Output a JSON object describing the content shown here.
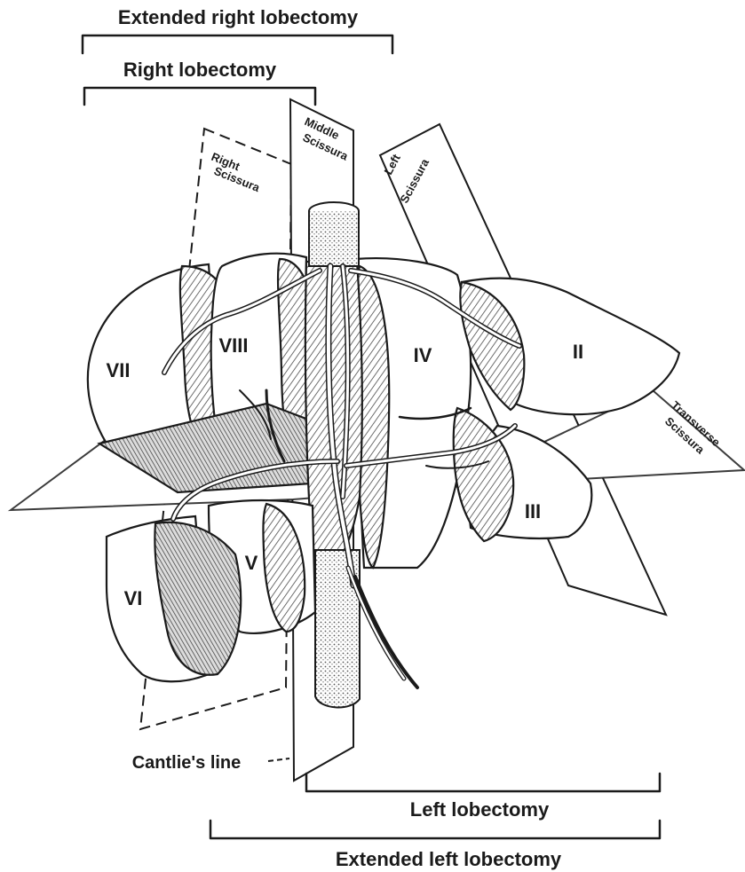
{
  "labels": {
    "extended_right": "Extended right lobectomy",
    "right": "Right lobectomy",
    "left": "Left lobectomy",
    "extended_left": "Extended left lobectomy",
    "cantlie": "Cantlie's line"
  },
  "planes": {
    "middle_line1": "Middle",
    "middle_line2": "Scissura",
    "right_line1": "Right",
    "right_line2": "Scissura",
    "left_line1": "Left",
    "left_line2": "Scissura",
    "transverse_line1": "Transverse",
    "transverse_line2": "Scissura"
  },
  "segments": {
    "II": "II",
    "III": "III",
    "IV": "IV",
    "V": "V",
    "VI": "VI",
    "VII": "VII",
    "VIII": "VIII"
  },
  "colors": {
    "ink": "#1a1a1a",
    "paper": "#ffffff",
    "hatch": "#6b6b6b"
  }
}
